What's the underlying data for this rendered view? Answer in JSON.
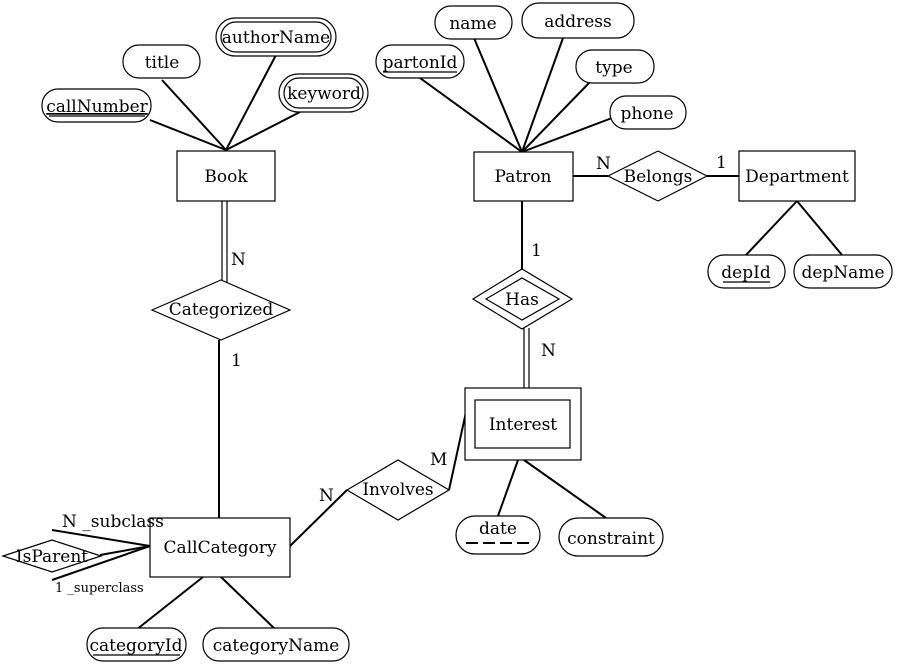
{
  "entities": {
    "book": "Book",
    "patron": "Patron",
    "department": "Department",
    "interest": "Interest",
    "call_category": "CallCategory"
  },
  "relationships": {
    "belongs": "Belongs",
    "categorized": "Categorized",
    "has": "Has",
    "involves": "Involves",
    "is_parent": "IsParent"
  },
  "attributes": {
    "title": "title",
    "author_name": "authorName",
    "call_number": "callNumber",
    "keyword": "keyword",
    "name": "name",
    "address": "address",
    "parton_id": "partonId",
    "type": "type",
    "phone": "phone",
    "dep_id": "depId",
    "dep_name": "depName",
    "date": "date",
    "constraint": "constraint",
    "category_id": "categoryId",
    "category_name": "categoryName"
  },
  "cardinalities": {
    "patron_belongs": "N",
    "department_belongs": "1",
    "book_categorized": "N",
    "category_categorized": "1",
    "patron_has": "1",
    "interest_has": "N",
    "interest_involves": "M",
    "category_involves": "N",
    "subclass": "N _subclass",
    "superclass": "1 _superclass"
  }
}
